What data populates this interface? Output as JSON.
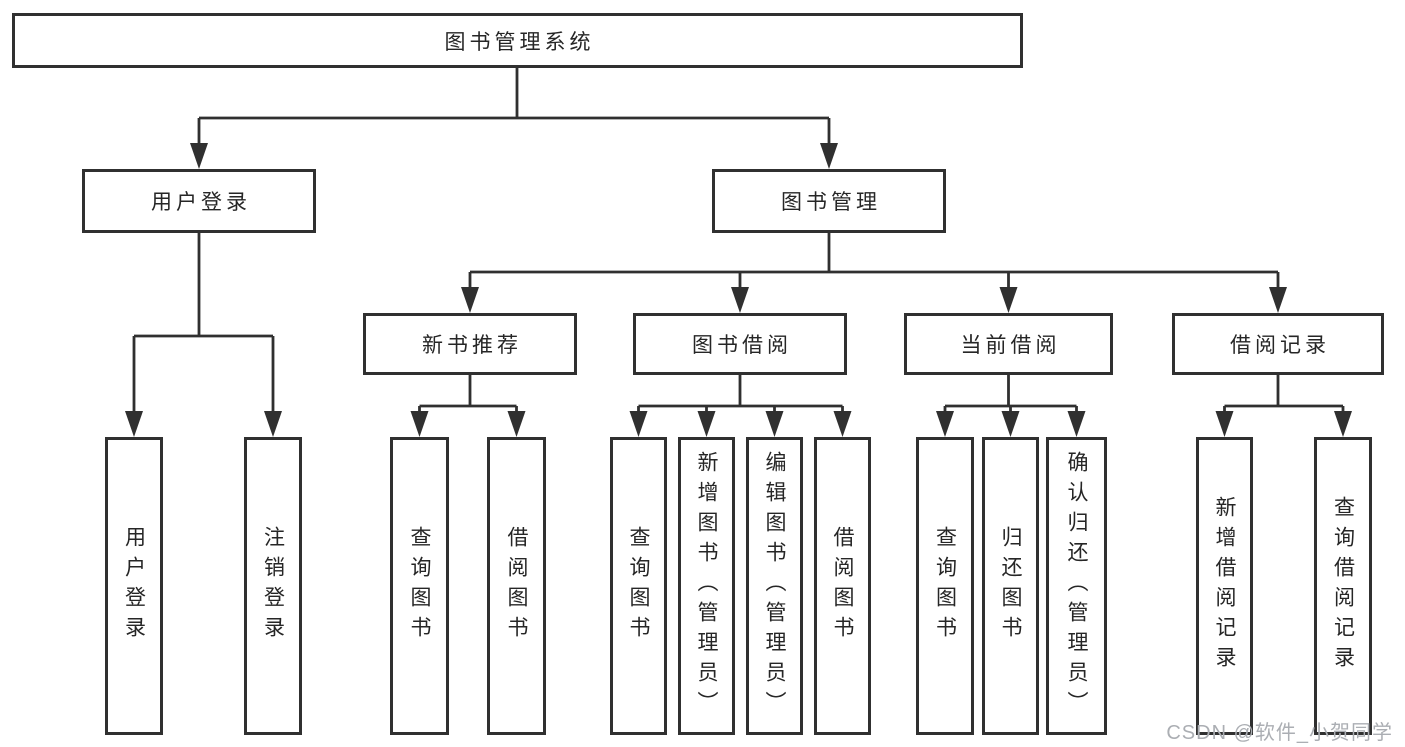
{
  "diagram": {
    "root": {
      "label": "图书管理系统"
    },
    "branches": [
      {
        "label": "用户登录",
        "children": [
          {
            "label": "用户登录"
          },
          {
            "label": "注销登录"
          }
        ]
      },
      {
        "label": "图书管理",
        "children": [
          {
            "label": "新书推荐",
            "children": [
              {
                "label": "查询图书"
              },
              {
                "label": "借阅图书"
              }
            ]
          },
          {
            "label": "图书借阅",
            "children": [
              {
                "label": "查询图书"
              },
              {
                "label": "新增图书（管理员）"
              },
              {
                "label": "编辑图书（管理员）"
              },
              {
                "label": "借阅图书"
              }
            ]
          },
          {
            "label": "当前借阅",
            "children": [
              {
                "label": "查询图书"
              },
              {
                "label": "归还图书"
              },
              {
                "label": "确认归还（管理员）"
              }
            ]
          },
          {
            "label": "借阅记录",
            "children": [
              {
                "label": "新增借阅记录"
              },
              {
                "label": "查询借阅记录"
              }
            ]
          }
        ]
      }
    ]
  },
  "watermark": {
    "text": "CSDN @软件_小贺同学"
  },
  "colors": {
    "line": "#303030",
    "text": "#262626",
    "box_fill": "#ffffff",
    "watermark": "#abaeb3",
    "background": "#ffffff"
  }
}
